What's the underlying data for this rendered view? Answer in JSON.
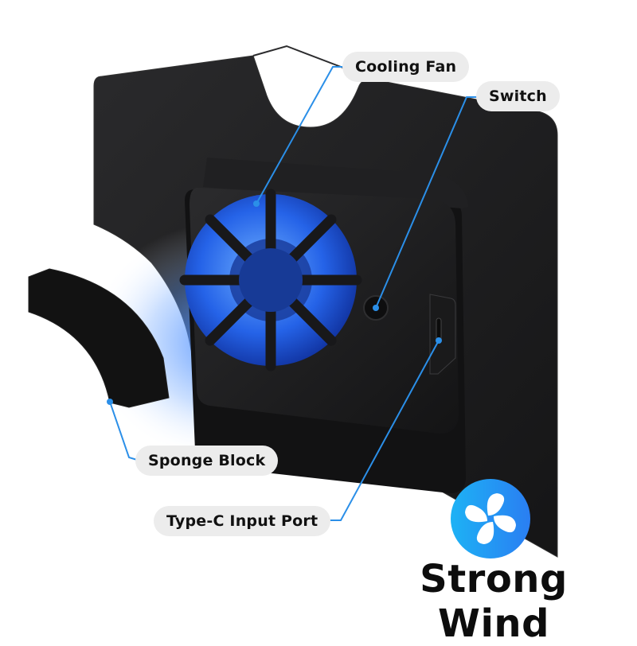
{
  "labels": {
    "cooling_fan": "Cooling Fan",
    "switch": "Switch",
    "sponge_block": "Sponge Block",
    "type_c_port": "Type-C Input Port"
  },
  "brand": {
    "name": "Strong Wind",
    "icon": "fan-icon"
  },
  "colors": {
    "callout_line": "#2b8fe8",
    "label_bg": "#ececec",
    "device_body": "#1c1c1e",
    "fan_glow": "#2f7bf5",
    "logo_gradient_start": "#1db2f5",
    "logo_gradient_end": "#2a7ef2"
  }
}
